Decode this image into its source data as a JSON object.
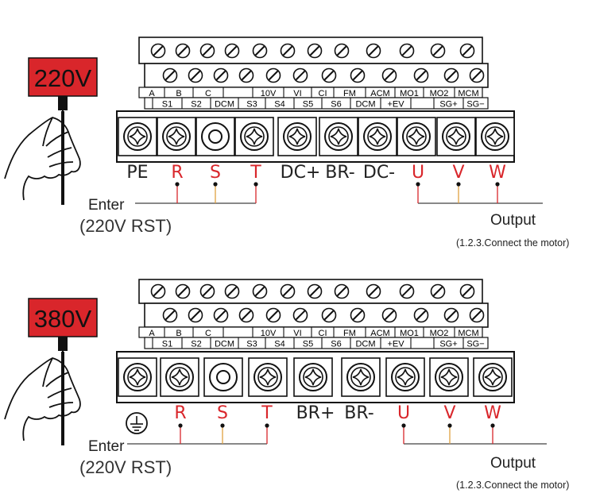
{
  "panels": [
    {
      "voltage": "220V",
      "signal_top": [
        "A",
        "B",
        "C",
        "",
        "10V",
        "VI",
        "CI",
        "FM",
        "ACM",
        "MO1",
        "MO2",
        "MCM"
      ],
      "signal_bottom": [
        "",
        "S1",
        "S2",
        "DCM",
        "S3",
        "S4",
        "S5",
        "S6",
        "DCM",
        "+EV",
        "",
        "SG+",
        "SG−"
      ],
      "terminals": [
        {
          "label": "PE",
          "color": "#222222"
        },
        {
          "label": "R",
          "color": "#d9262b"
        },
        {
          "label": "S",
          "color": "#d9262b"
        },
        {
          "label": "T",
          "color": "#d9262b"
        },
        {
          "label": "DC+",
          "color": "#222222"
        },
        {
          "label": "BR-",
          "color": "#222222"
        },
        {
          "label": "DC-",
          "color": "#222222"
        },
        {
          "label": "U",
          "color": "#d9262b"
        },
        {
          "label": "V",
          "color": "#d9262b"
        },
        {
          "label": "W",
          "color": "#d9262b"
        }
      ],
      "enter_label": "Enter",
      "enter_sub": "(220V RST)",
      "output_label": "Output",
      "output_sub": "(1.2.3.Connect the motor)"
    },
    {
      "voltage": "380V",
      "signal_top": [
        "A",
        "B",
        "C",
        "",
        "10V",
        "VI",
        "CI",
        "FM",
        "ACM",
        "MO1",
        "MO2",
        "MCM"
      ],
      "signal_bottom": [
        "",
        "S1",
        "S2",
        "DCM",
        "S3",
        "S4",
        "S5",
        "S6",
        "DCM",
        "+EV",
        "",
        "SG+",
        "SG−"
      ],
      "terminals": [
        {
          "label": "",
          "color": "#222222"
        },
        {
          "label": "R",
          "color": "#d9262b"
        },
        {
          "label": "S",
          "color": "#d9262b"
        },
        {
          "label": "T",
          "color": "#d9262b"
        },
        {
          "label": "BR+",
          "color": "#222222"
        },
        {
          "label": "BR-",
          "color": "#222222"
        },
        {
          "label": "U",
          "color": "#d9262b"
        },
        {
          "label": "V",
          "color": "#d9262b"
        },
        {
          "label": "W",
          "color": "#d9262b"
        }
      ],
      "enter_label": "Enter",
      "enter_sub": "(220V RST)",
      "output_label": "Output",
      "output_sub": "(1.2.3.Connect the motor)"
    }
  ]
}
